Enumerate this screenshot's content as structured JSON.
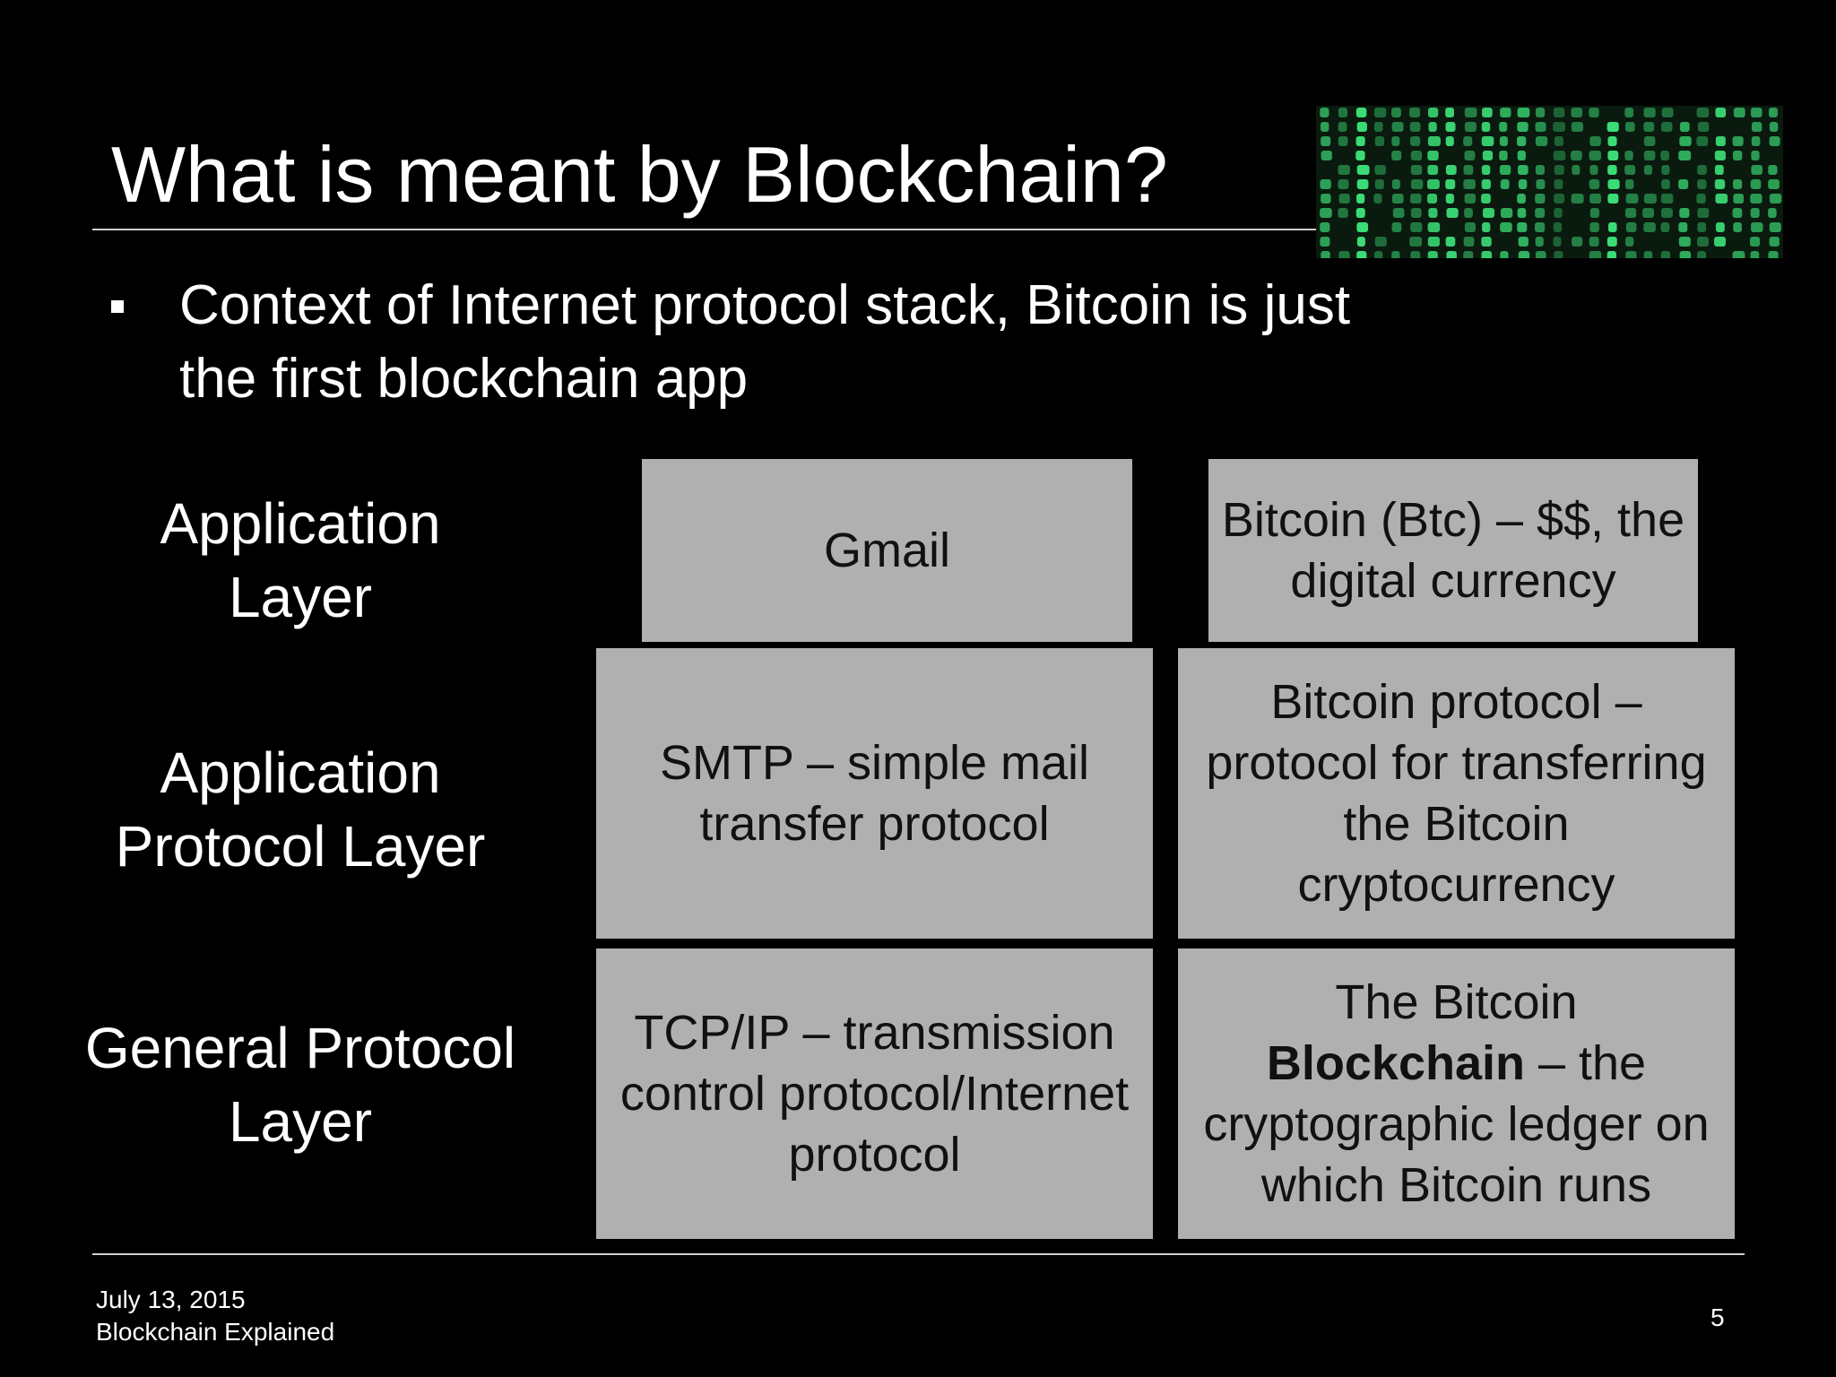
{
  "slide": {
    "title": "What is meant by Blockchain?",
    "bullet": "Context of Internet protocol stack, Bitcoin is just the first blockchain app"
  },
  "layers": {
    "application": "Application Layer",
    "application_protocol": "Application Protocol Layer",
    "general_protocol": "General Protocol Layer"
  },
  "cells": {
    "gmail": "Gmail",
    "bitcoin_app": "Bitcoin (Btc) – $$, the digital currency",
    "smtp": "SMTP – simple mail transfer protocol",
    "bitcoin_protocol": "Bitcoin protocol – protocol for transferring the Bitcoin cryptocurrency",
    "tcpip": "TCP/IP – transmission control protocol/Internet protocol",
    "blockchain_pre": "The Bitcoin",
    "blockchain_bold": "Blockchain",
    "blockchain_post": " – the cryptographic ledger on which Bitcoin runs"
  },
  "footer": {
    "date": "July 13, 2015",
    "subtitle": "Blockchain Explained",
    "page_number": "5"
  },
  "colors": {
    "background": "#000000",
    "cell": "#b0b0b0",
    "matrix_green": "#3de27a"
  },
  "image": {
    "icon": "matrix-code-image"
  }
}
